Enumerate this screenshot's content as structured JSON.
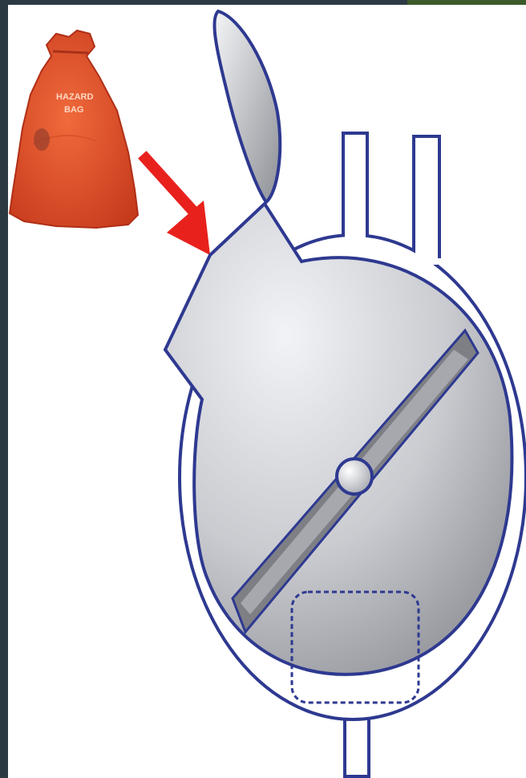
{
  "diagram": {
    "colors": {
      "background": "#ffffff",
      "frame": "#2b3a42",
      "frame_accent": "#3d5a2a",
      "outline": "#2e3990",
      "vessel_fill_light": "#eceef2",
      "vessel_fill_dark": "#8f9197",
      "arrow": "#e8211d",
      "bag": "#e0502a"
    },
    "waste_bag": {
      "icon": "hazard-waste-bag",
      "label_line1": "HAZARD",
      "label_line2": "BAG"
    },
    "arrow": {
      "icon": "red-arrow",
      "direction": "down-right"
    },
    "vessel": {
      "parts": [
        "hinged-lid",
        "loading-chute",
        "outer-jacket",
        "inner-chamber",
        "rotating-paddle",
        "central-hub",
        "twin-top-ports",
        "bottom-drain",
        "dashed-collection-zone"
      ]
    }
  }
}
